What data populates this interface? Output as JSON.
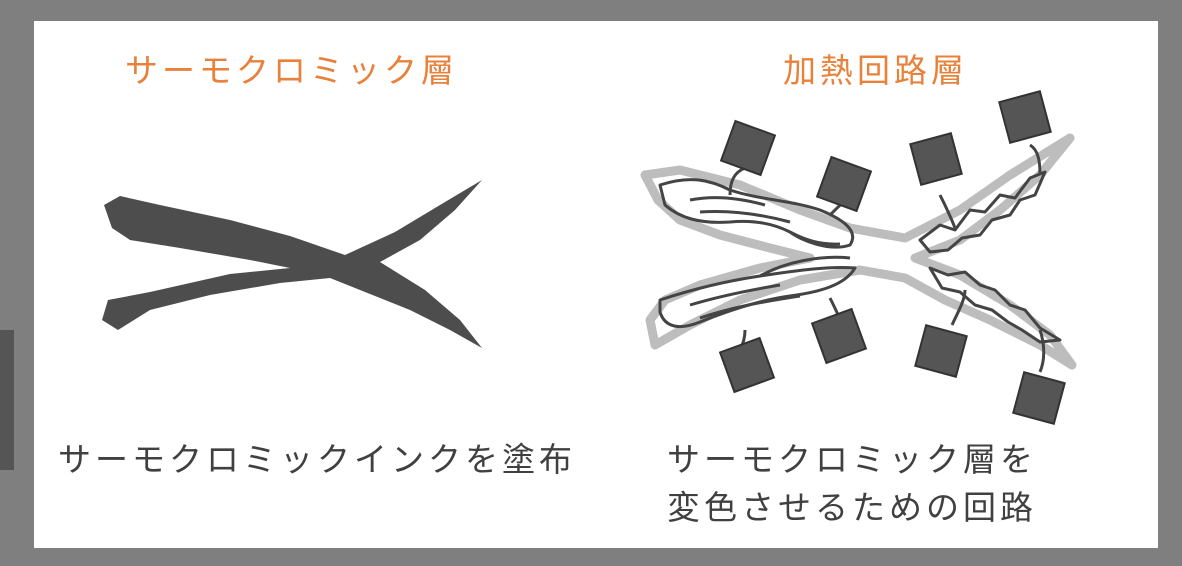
{
  "left_panel": {
    "title": "サーモクロミック層",
    "caption": "サーモクロミックインクを塗布"
  },
  "right_panel": {
    "title": "加熱回路層",
    "caption_line1": "サーモクロミック層を",
    "caption_line2": "変色させるための回路"
  },
  "colors": {
    "accent": "#e8813a",
    "ink": "#4d4d4d",
    "pad": "#555555",
    "trace": "#444444",
    "substrate": "#bdbdbd",
    "frame": "#7f7f7f"
  }
}
